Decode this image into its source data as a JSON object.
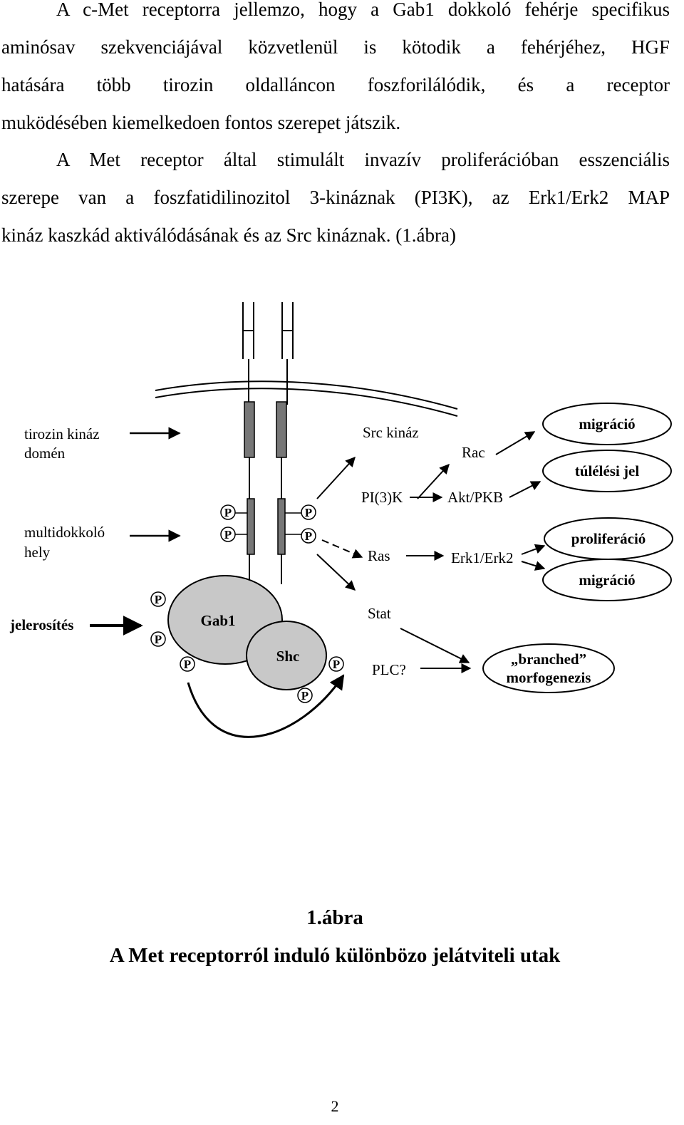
{
  "paragraph1": {
    "lines": [
      "A c-Met receptorra jellemzo, hogy a Gab1 dokkoló fehérje specifikus",
      "aminósav szekvenciájával közvetlenül is kötodik a fehérjéhez, HGF",
      "hatására több tirozin oldalláncon foszforilálódik, és a receptor",
      "muködésében kiemelkedoen fontos szerepet játszik."
    ]
  },
  "paragraph2": {
    "lines": [
      "A Met receptor által stimulált invazív proliferációban esszenciális",
      "szerepe van a foszfatidilinozitol 3-kináznak (PI3K), az Erk1/Erk2 MAP",
      "kináz kaszkád aktiválódásának és az Src kináznak. (1.ábra)"
    ]
  },
  "figure": {
    "left_labels": {
      "tk_line1": "tirozin kináz",
      "tk_line2": "domén",
      "md_line1": "multidokkoló",
      "md_line2": "hely",
      "enh": "jelerosítés"
    },
    "proteins": {
      "gab1": "Gab1",
      "shc": "Shc"
    },
    "phospho": "P",
    "pathway": {
      "src": "Src kináz",
      "rac": "Rac",
      "pi3k": "PI(3)K",
      "akt": "Akt/PKB",
      "ras": "Ras",
      "erk": "Erk1/Erk2",
      "stat": "Stat",
      "plc": "PLC?"
    },
    "outcomes": {
      "migr1": "migráció",
      "surv": "túlélési jel",
      "prolif": "proliferáció",
      "migr2": "migráció",
      "branched1": "„branched”",
      "branched2": "morfogenezis"
    }
  },
  "caption": {
    "number": "1.ábra",
    "title": "A Met receptorról induló különbözo jelátviteli utak"
  },
  "page_number": "2"
}
